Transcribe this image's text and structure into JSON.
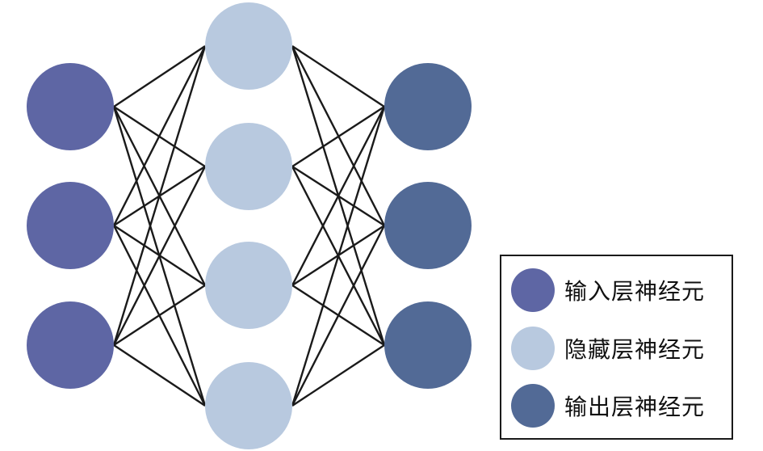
{
  "colors": {
    "input": "#5e66a4",
    "hidden": "#b8c9df",
    "output": "#526a96",
    "edge": "#1a1a1a"
  },
  "layers": {
    "input_count": 3,
    "hidden_count": 4,
    "output_count": 3
  },
  "legend": [
    {
      "label": "输入层神经元",
      "color_key": "input"
    },
    {
      "label": "隐藏层神经元",
      "color_key": "hidden"
    },
    {
      "label": "输出层神经元",
      "color_key": "output"
    }
  ]
}
